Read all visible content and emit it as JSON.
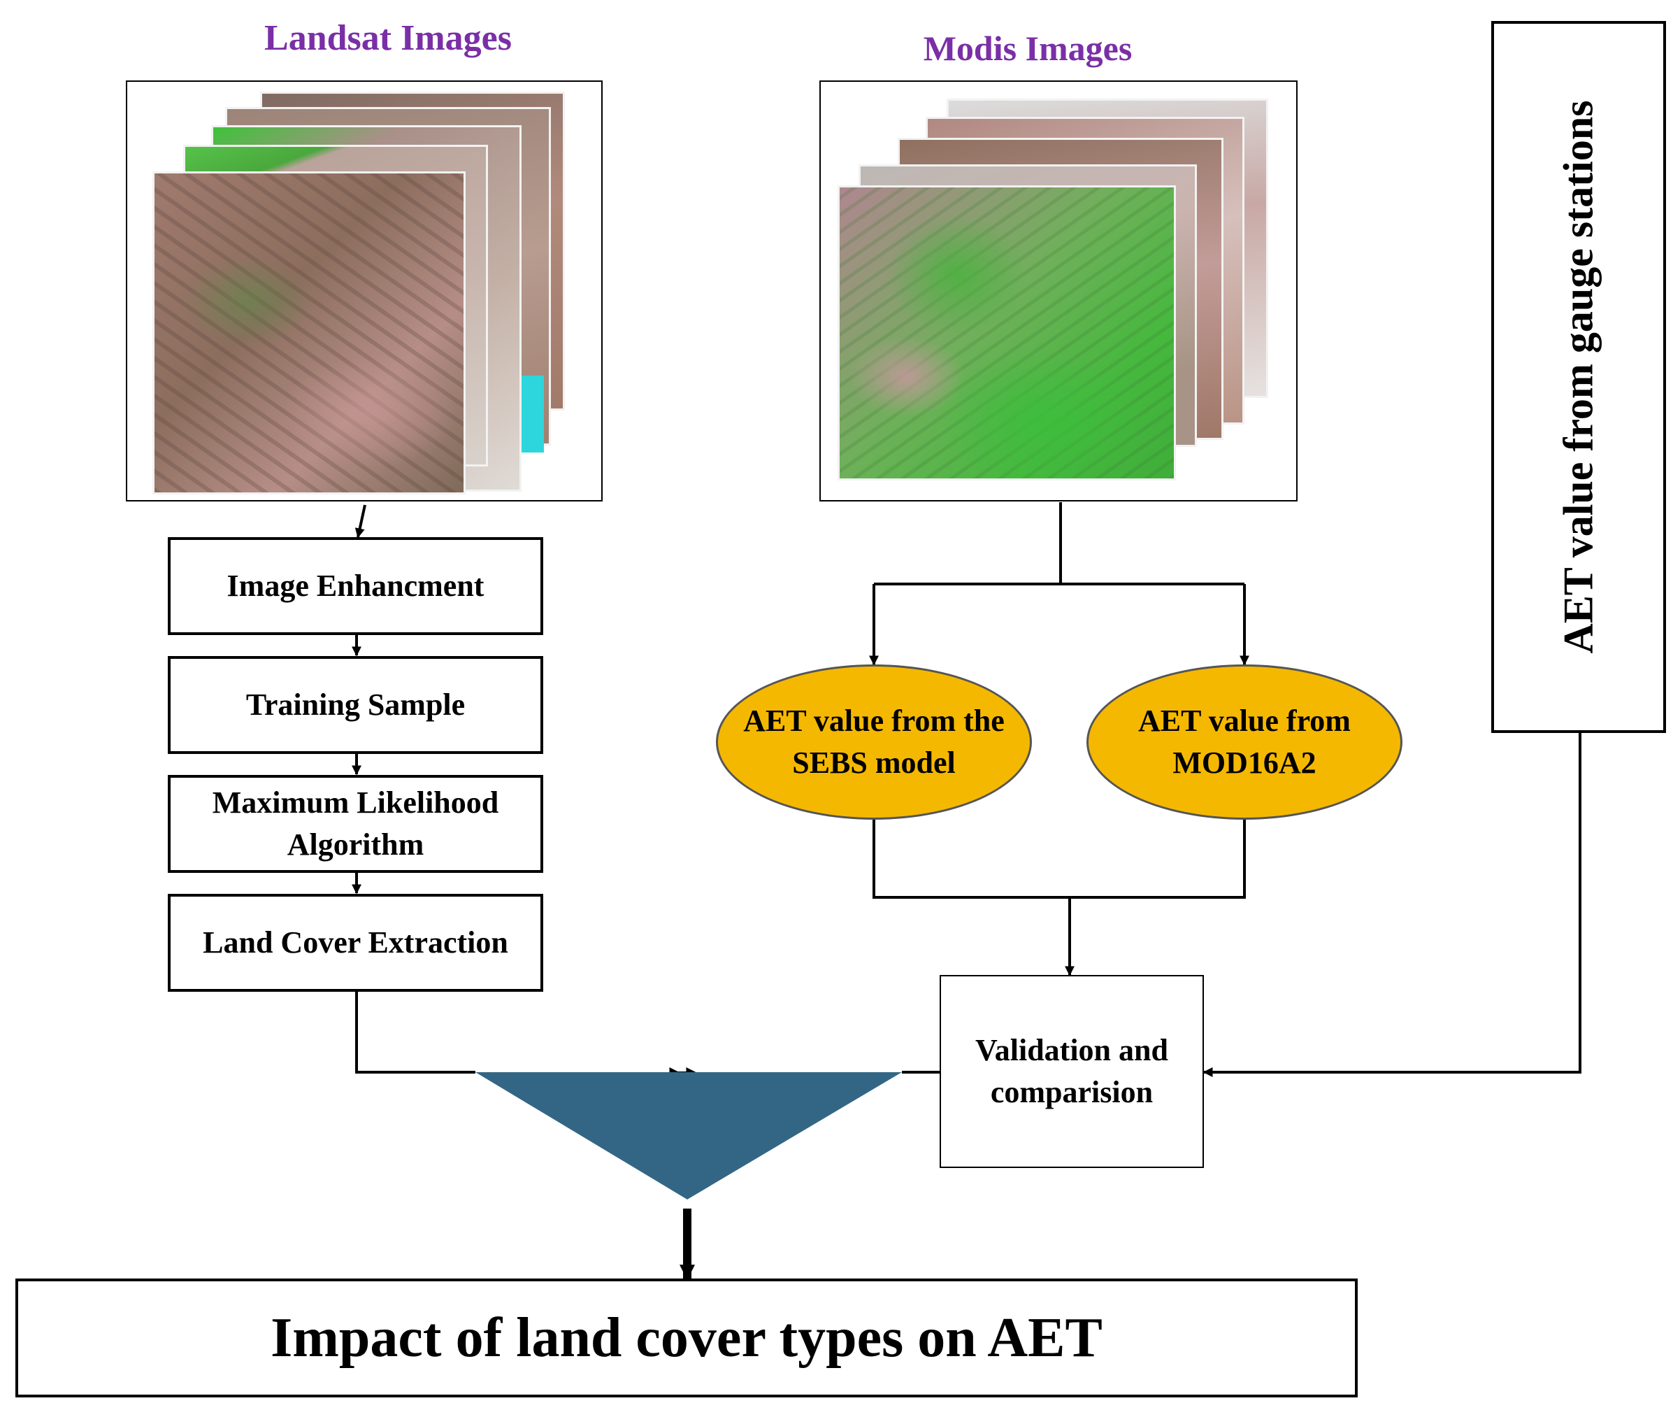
{
  "diagram": {
    "landsat": {
      "heading": "Landsat Images",
      "steps": [
        "Image Enhancment",
        "Training Sample",
        "Maximum Likelihood Algorithm",
        "Land Cover Extraction"
      ]
    },
    "modis": {
      "heading": "Modis Images",
      "outputs": [
        "AET value from the SEBS model",
        "AET value from MOD16A2"
      ]
    },
    "gauge": {
      "label": "AET value from gauge stations"
    },
    "validation": {
      "label": "Validation and comparision"
    },
    "result": {
      "label": "Impact of land cover types on AET"
    },
    "colors": {
      "heading": "#7a2fa6",
      "ellipse_fill": "#f5b800",
      "funnel": "#336685",
      "line": "#000000"
    }
  }
}
